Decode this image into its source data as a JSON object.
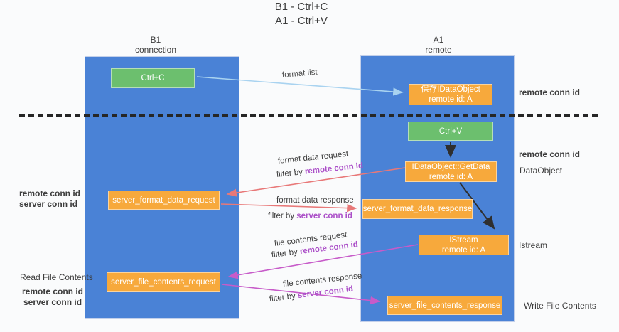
{
  "title": {
    "line1": "B1 - Ctrl+C",
    "line2": "A1 - Ctrl+V"
  },
  "lifelines": {
    "left": {
      "name": "B1",
      "role": "connection"
    },
    "right": {
      "name": "A1",
      "role": "remote"
    }
  },
  "nodes": {
    "ctrl_c": {
      "label": "Ctrl+C"
    },
    "ctrl_v": {
      "label": "Ctrl+V"
    },
    "save_idataobject": {
      "line1": "保存IDataObject",
      "line2": "remote id: A"
    },
    "idataobject_getdata": {
      "line1": "IDataObject::GetData",
      "line2": "remote id: A"
    },
    "istream": {
      "line1": "IStream",
      "line2": "remote id: A"
    },
    "server_format_data_request": {
      "label": "server_format_data_request"
    },
    "server_format_data_response": {
      "label": "server_format_data_response"
    },
    "server_file_contents_request": {
      "label": "server_file_contents_request"
    },
    "server_file_contents_response": {
      "label": "server_file_contents_response"
    }
  },
  "messages": {
    "format_list": {
      "label": "format list"
    },
    "format_data_request": {
      "label": "format data request",
      "filter_prefix": "filter by ",
      "filter_id": "remote conn id"
    },
    "format_data_response": {
      "label": "format data response",
      "filter_prefix": "filter by ",
      "filter_id": "server conn id"
    },
    "file_contents_request": {
      "label": "file contents request",
      "filter_prefix": "filter by ",
      "filter_id": "remote conn id"
    },
    "file_contents_response": {
      "label": "file contents response",
      "filter_prefix": "filter by ",
      "filter_id": "server conn id"
    }
  },
  "side_labels": {
    "right_remote_conn_id_1": "remote conn id",
    "right_remote_conn_id_2": "remote conn id",
    "dataobject": "DataObject",
    "istream": "Istream",
    "write_file_contents": "Write File Contents",
    "left_remote_conn_id_1": "remote conn id",
    "left_server_conn_id_1": "server conn id",
    "read_file_contents": "Read File Contents",
    "left_remote_conn_id_2": "remote conn id",
    "left_server_conn_id_2": "server conn id"
  },
  "colors": {
    "lifeline_blue": "#4a82d6",
    "node_green": "#6cbf6e",
    "node_orange": "#f7a93c",
    "arrow_light_blue": "#a9d3f0",
    "arrow_red": "#e87878",
    "arrow_magenta": "#c75bc9",
    "arrow_black": "#2f2f2f",
    "conn_id_purple": "#ab4fc8",
    "conn_id_green": "#5fae63",
    "text_dark": "#3c3c3c",
    "background": "#fafbfc"
  }
}
